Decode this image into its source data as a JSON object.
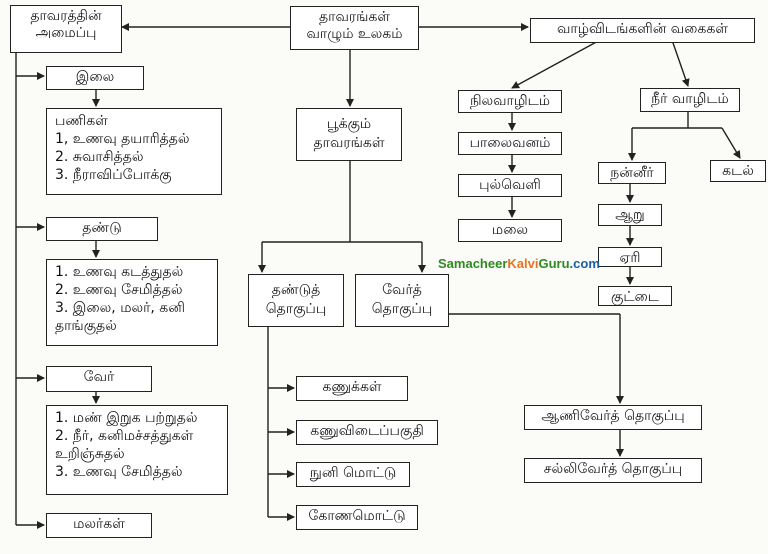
{
  "nodes": {
    "root": "தாவரங்கள்\nவாழும் உலகம்",
    "structure": "தாவரத்தின்\nஅமைப்பு",
    "habitats": "வாழ்விடங்களின் வகைகள்",
    "leaf": "இலை",
    "leaf_functions": "பணிகள்\n1, உணவு தயாரித்தல்\n2. சுவாசித்தல்\n3. நீராவிப்போக்கு",
    "stem": "தண்டு",
    "stem_functions": "1. உணவு கடத்துதல்\n2. உணவு சேமித்தல்\n3. இலை, மலர், கனி\n   தாங்குதல்",
    "root_part": "வேர்",
    "root_functions": "1. மண் இறுக பற்றுதல்\n2. நீர், கனிமச்சத்துகள்\n   உறிஞ்சுதல்\n3. உணவு சேமித்தல்",
    "flowers": "மலர்கள்",
    "flowering_plants": "பூக்கும்\nதாவரங்கள்",
    "stem_system": "தண்டுத்\nதொகுப்பு",
    "root_system": "வேர்த்\nதொகுப்பு",
    "nodes": "கணுக்கள்",
    "internodes": "கணுவிடைப்பகுதி",
    "terminal_bud": "நுனி மொட்டு",
    "axillary_bud": "கோணமொட்டு",
    "tap_root": "ஆணிவேர்த் தொகுப்பு",
    "fibrous_root": "சல்லிவேர்த் தொகுப்பு",
    "terrestrial": "நிலவாழிடம்",
    "aquatic": "நீர் வாழிடம்",
    "desert": "பாலைவனம்",
    "grassland": "புல்வெளி",
    "mountain": "மலை",
    "freshwater": "நன்னீர்",
    "sea": "கடல்",
    "river": "ஆறு",
    "lake": "ஏரி",
    "pond": "குட்டை"
  },
  "watermark": {
    "part1": "Samacheer",
    "part2": "Kalvi",
    "part3": "Guru",
    "part4": ".com",
    "color_green": "#2e8b1f",
    "color_orange": "#e8741e",
    "color_blue": "#1a5fa8"
  }
}
